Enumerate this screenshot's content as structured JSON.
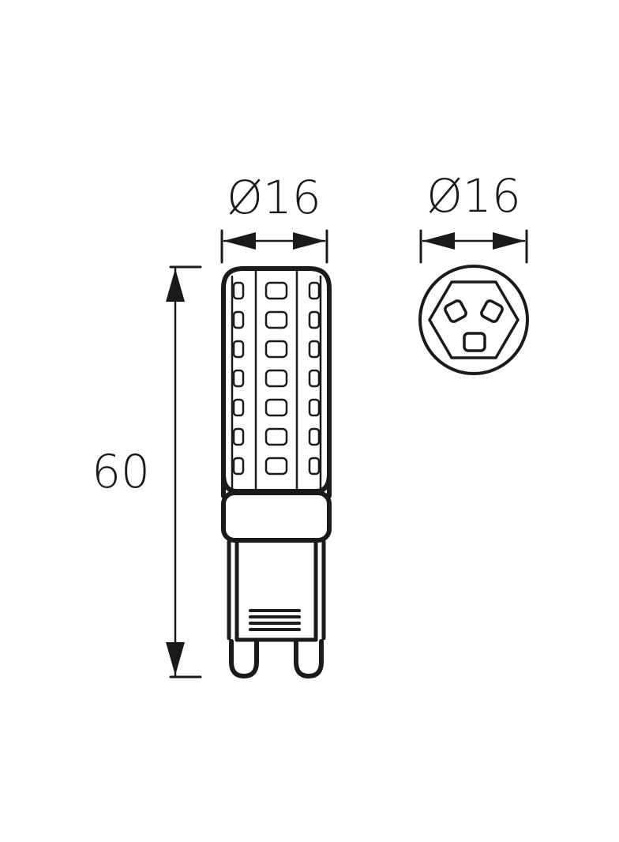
{
  "drawing": {
    "subject": "G9 LED capsule bulb technical dimension drawing",
    "side_view": {
      "width_label": "Ø16",
      "height_label": "60",
      "led_columns": 3,
      "led_rows": 7
    },
    "top_view": {
      "diameter_label": "Ø16",
      "pins": 3
    },
    "colors": {
      "line": "#1a1a1a",
      "background": "#ffffff"
    }
  }
}
